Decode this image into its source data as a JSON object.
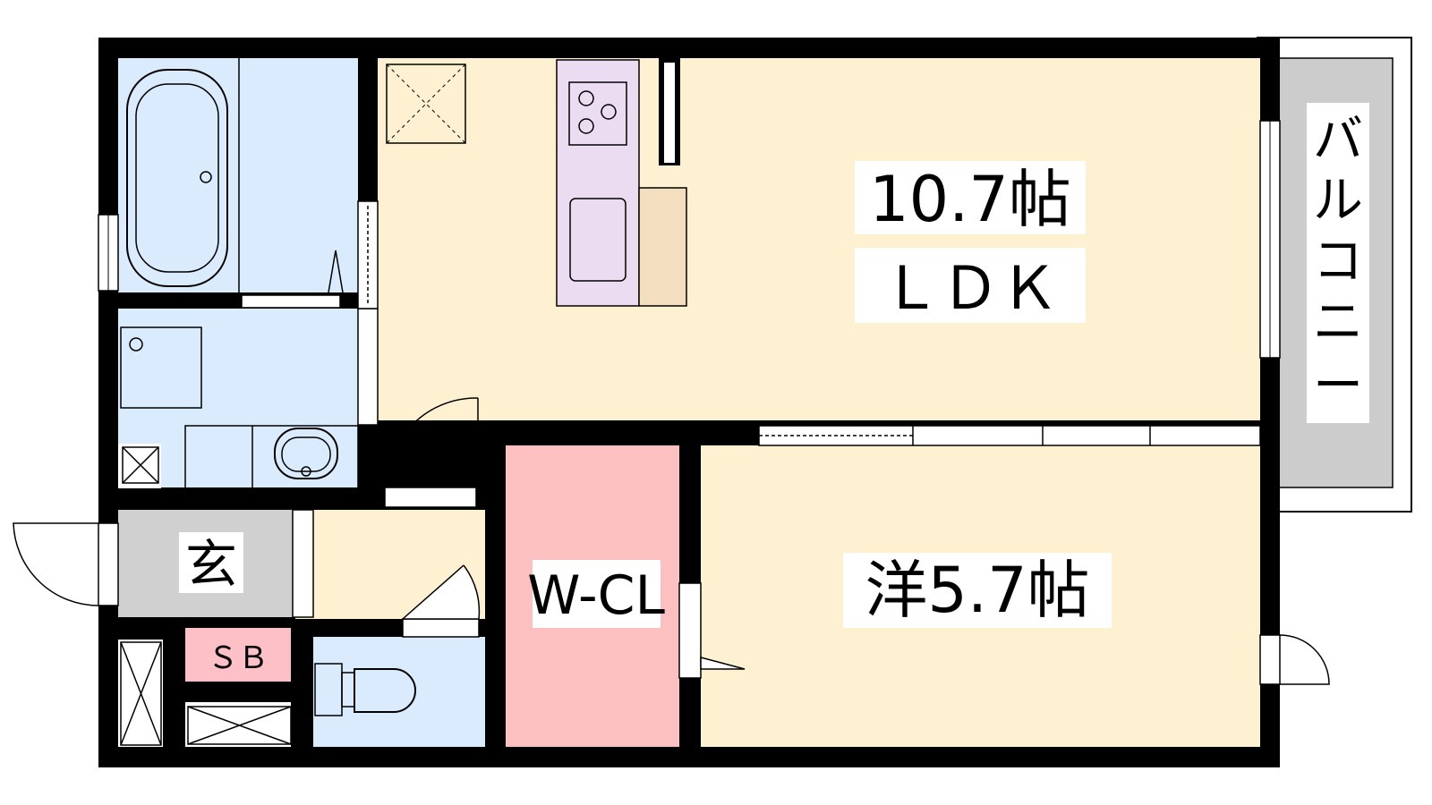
{
  "rooms": {
    "ldk_size": "10.7帖",
    "ldk_name": "ＬＤＫ",
    "western": "洋5.7帖",
    "wcl": "W-CL",
    "entrance": "玄",
    "shoe_box": "ＳＢ",
    "balcony": [
      "バ",
      "ル",
      "コ",
      "ニ",
      "ー"
    ]
  },
  "colors": {
    "wall": "#000000",
    "living": "#fdf1d2",
    "wet_area": "#d9ebfd",
    "kitchen_counter": "#ecdcf2",
    "kitchen_side": "#f3dfc0",
    "walk_in_closet": "#fdc0c0",
    "entrance": "#d0d0d0",
    "shoe_box": "#fdc0c6",
    "balcony": "#cccccc"
  }
}
